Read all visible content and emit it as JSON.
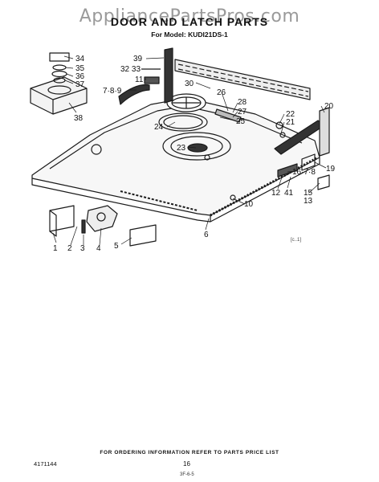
{
  "header": {
    "watermark": "AppliancePartsPros.com",
    "title": "DOOR AND LATCH PARTS",
    "model": "For Model: KUDI21DS-1"
  },
  "figure_tag": "[c..1]",
  "callouts": [
    "34",
    "35",
    "36",
    "37",
    "38",
    "39",
    "32 33",
    "11",
    "7·8·9",
    "30",
    "26",
    "28",
    "27",
    "20",
    "22",
    "21",
    "25",
    "24",
    "23",
    "19",
    "16·7·8",
    "15",
    "13",
    "12",
    "41",
    "10",
    "6",
    "1",
    "2",
    "3",
    "4",
    "5"
  ],
  "footer": {
    "ordering_note": "FOR ORDERING INFORMATION REFER TO PARTS PRICE LIST",
    "part_number": "4171144",
    "page_number": "16",
    "code": "3F-6-5"
  }
}
